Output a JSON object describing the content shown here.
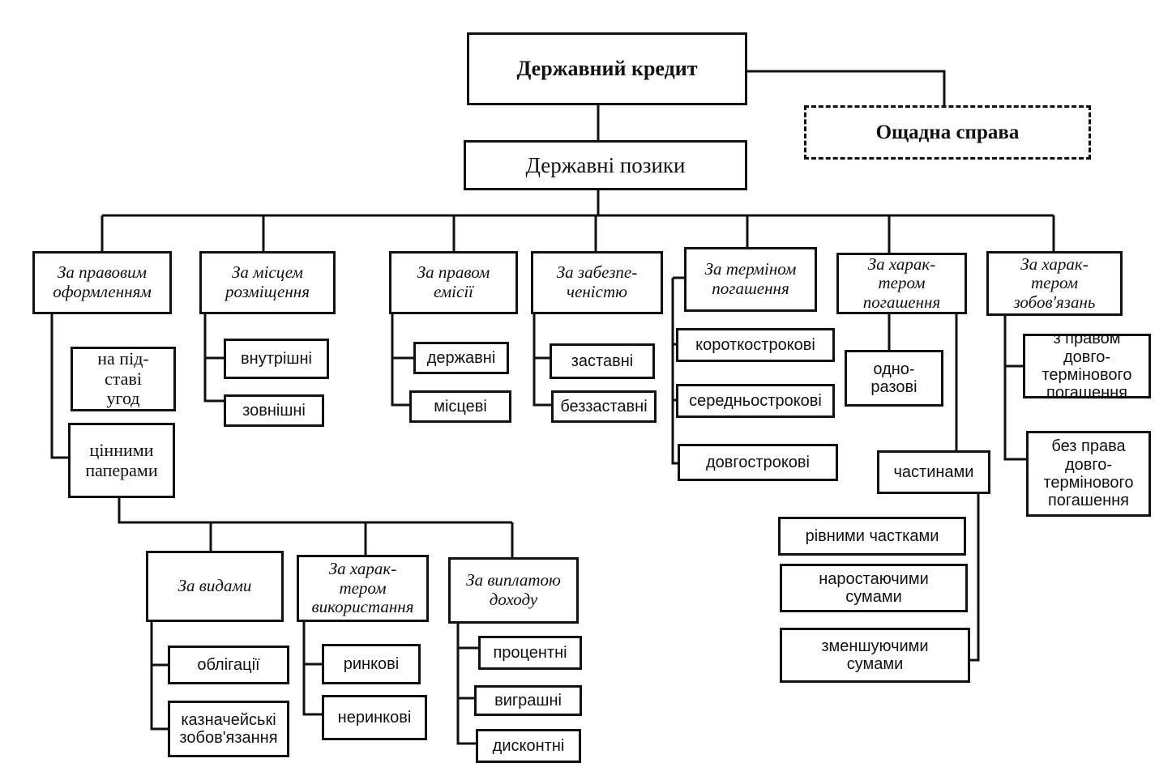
{
  "root": "Державний кредит",
  "savings": "Ощадна справа",
  "loans": "Державні позики",
  "categories": {
    "legal": "За правовим\nоформленням",
    "placement": "За місцем\nрозміщення",
    "emission": "За правом\nемісії",
    "security": "За забезпе-\nченістю",
    "term": "За терміном\nпогашення",
    "repay_nature": "За харак-\nтером\nпогашення",
    "oblig_nature": "За харак-\nтером\nзобов'язань"
  },
  "legal_items": [
    "на під-\nставі\nугод",
    "цінними\nпаперами"
  ],
  "placement_items": [
    "внутрішні",
    "зовнішні"
  ],
  "emission_items": [
    "державні",
    "місцеві"
  ],
  "security_items": [
    "заставні",
    "беззаставні"
  ],
  "term_items": [
    "короткострокові",
    "середньострокові",
    "довгострокові"
  ],
  "repay_items": [
    "одно-\nразові",
    "частинами"
  ],
  "parts_items": [
    "рівними частками",
    "наростаючими\nсумами",
    "зменшуючими\nсумами"
  ],
  "oblig_items": [
    "з правом довго-\nтермінового\nпогашення",
    "без права\nдовго-\nтермінового\nпогашення"
  ],
  "securities_categories": {
    "kinds": "За видами",
    "usage": "За харак-\nтером\nвикористання",
    "income": "За виплатою\nдоходу"
  },
  "kinds_items": [
    "облігації",
    "казначейські\nзобов'язання"
  ],
  "usage_items": [
    "ринкові",
    "неринкові"
  ],
  "income_items": [
    "процентні",
    "виграшні",
    "дисконтні"
  ]
}
